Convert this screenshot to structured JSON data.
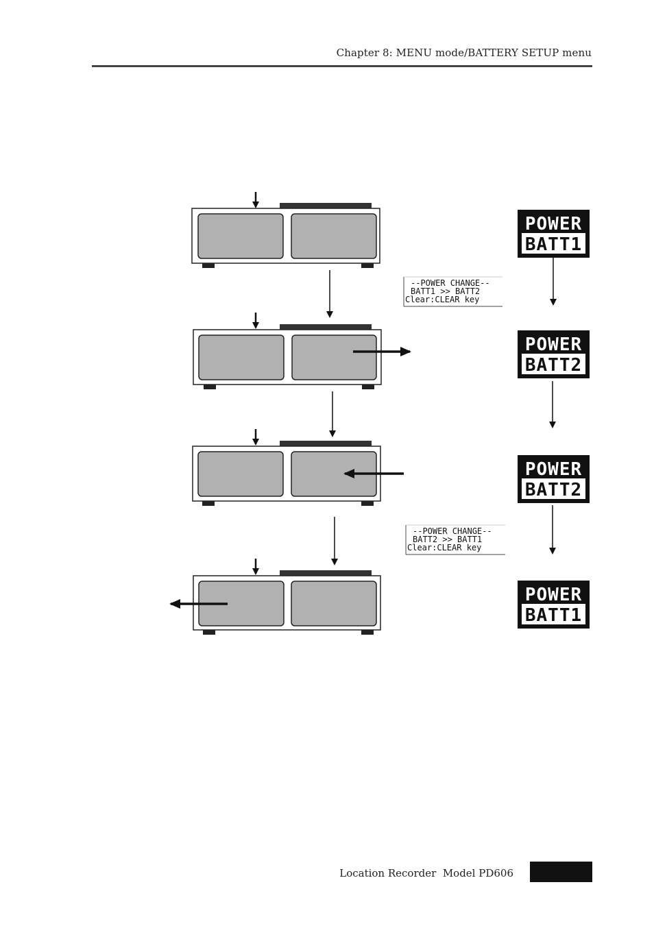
{
  "header": {
    "chapter": "Chapter 8: MENU mode/BATTERY SETUP menu"
  },
  "footer": {
    "product": "Location Recorder  Model PD606"
  },
  "lcd_messages": [
    {
      "line1": "--POWER CHANGE--",
      "line2": "BATT1 >> BATT2",
      "line3": "Clear:CLEAR key"
    },
    {
      "line1": "--POWER CHANGE--",
      "line2": "BATT2 >> BATT1",
      "line3": "Clear:CLEAR key"
    }
  ],
  "power_badges": [
    {
      "top": "POWER",
      "bottom": "BATT1"
    },
    {
      "top": "POWER",
      "bottom": "BATT2"
    },
    {
      "top": "POWER",
      "bottom": "BATT2"
    },
    {
      "top": "POWER",
      "bottom": "BATT1"
    }
  ]
}
